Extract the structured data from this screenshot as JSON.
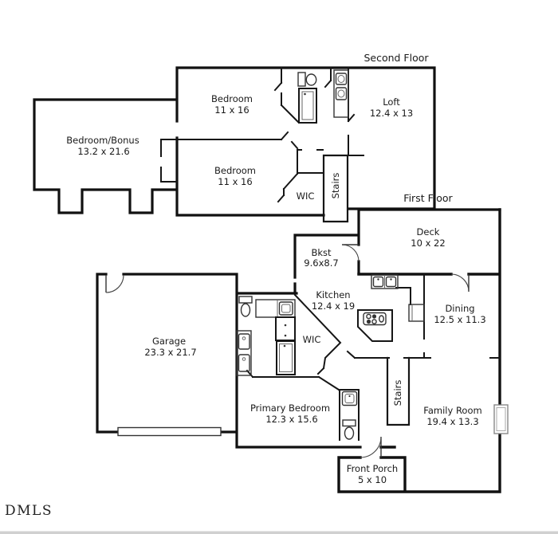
{
  "watermark": "DMLS",
  "second_floor": {
    "title": "Second Floor",
    "bedroom_top": {
      "name": "Bedroom",
      "dims": "11 x 16"
    },
    "loft": {
      "name": "Loft",
      "dims": "12.4 x 13"
    },
    "bonus": {
      "name": "Bedroom/Bonus",
      "dims": "13.2 x 21.6"
    },
    "bedroom_bottom": {
      "name": "Bedroom",
      "dims": "11 x 16"
    },
    "wic": {
      "name": "WIC"
    },
    "stairs": {
      "name": "Stairs"
    }
  },
  "first_floor": {
    "title": "First Floor",
    "deck": {
      "name": "Deck",
      "dims": "10 x 22"
    },
    "bkst": {
      "name": "Bkst",
      "dims": "9.6x8.7"
    },
    "kitchen": {
      "name": "Kitchen",
      "dims": "12.4 x 19"
    },
    "dining": {
      "name": "Dining",
      "dims": "12.5 x 11.3"
    },
    "garage": {
      "name": "Garage",
      "dims": "23.3 x 21.7"
    },
    "wic": {
      "name": "WIC"
    },
    "primary_bedroom": {
      "name": "Primary Bedroom",
      "dims": "12.3 x 15.6"
    },
    "stairs": {
      "name": "Stairs"
    },
    "family_room": {
      "name": "Family Room",
      "dims": "19.4 x 13.3"
    },
    "front_porch": {
      "name": "Front Porch",
      "dims": "5 x 10"
    }
  },
  "colors": {
    "wall": "#111111",
    "text": "#1a1a1a",
    "fixture": "#333333",
    "background": "#ffffff",
    "footer_bar": "#d0d0d0"
  },
  "fixtures": [
    "toilet",
    "shower",
    "double-sink-vanity",
    "single-sink-counter",
    "kitchen-double-sink",
    "cooktop-island",
    "refrigerator",
    "fireplace",
    "garage-door",
    "door-swing",
    "closet"
  ]
}
